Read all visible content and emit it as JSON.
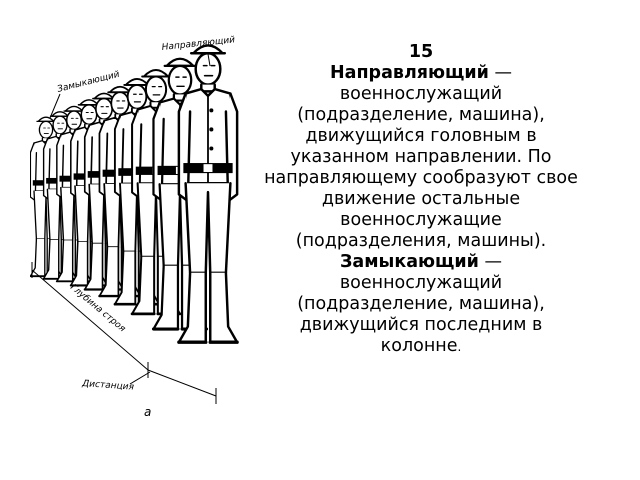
{
  "slide_number": "15",
  "figure": {
    "label_leader": "Направляющий",
    "label_closer": "Замыкающий",
    "label_depth": "Глубина строя",
    "label_distance": "Дистанция",
    "label_letter": "а"
  },
  "definitions": {
    "leader_term": "Направляющий",
    "leader_text": " — военнослужащий (подразделение, машина), движущийся головным в указанном направлении. По направляющему сообразуют свое движение остальные военнослужащие (подразделения, машины).",
    "closer_term": "Замыкающий",
    "closer_text": " — военнослужащий (подразделение, машина), движущийся последним в колонне",
    "closer_end": "."
  }
}
